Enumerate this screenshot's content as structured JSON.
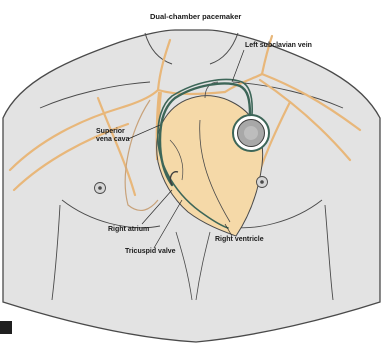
{
  "title": "Dual-chamber pacemaker",
  "labels": {
    "left_subclavian_vein": "Left subclavian vein",
    "superior_vena_cava_line1": "Superior",
    "superior_vena_cava_line2": "vena cava",
    "right_atrium": "Right atrium",
    "tricuspid_valve": "Tricuspid valve",
    "right_ventricle": "Right ventricle"
  },
  "colors": {
    "body": "#e3e3e3",
    "body_outline": "#4a4a4a",
    "heart": "#f5d9a8",
    "vessel": "#e8b77a",
    "lead_wire": "#3d6658",
    "pacemaker": "#a8a8a8"
  }
}
